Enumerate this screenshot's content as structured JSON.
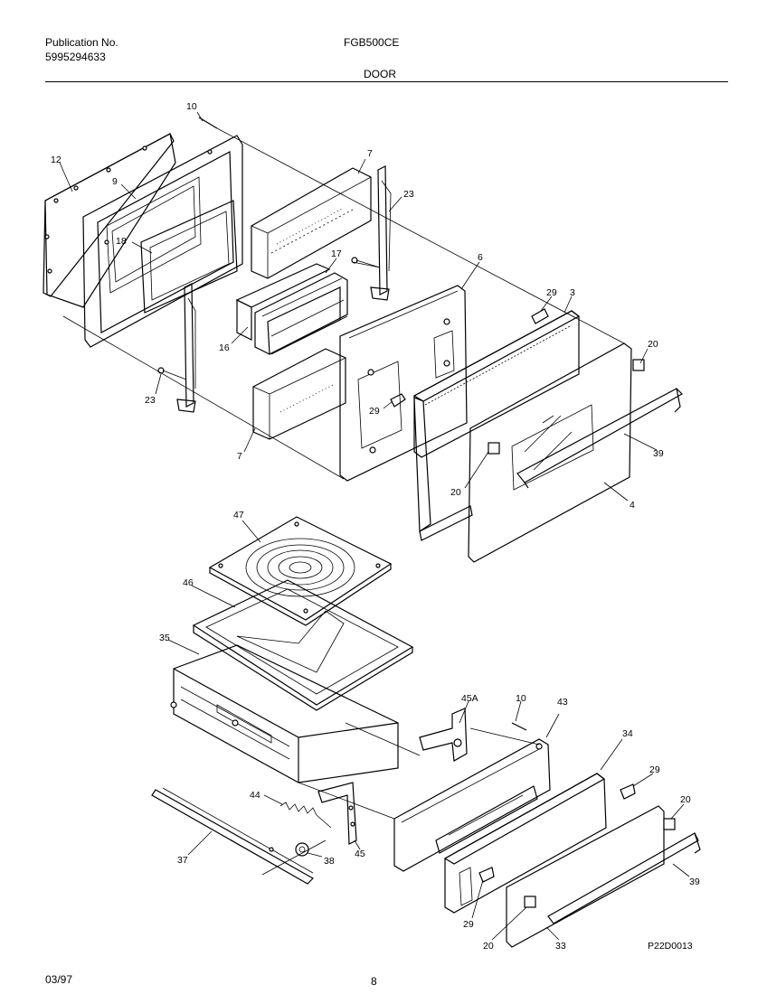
{
  "header": {
    "publication_label": "Publication No.",
    "publication_number": "5995294633",
    "model": "FGB500CE",
    "section_title": "DOOR"
  },
  "callouts": {
    "c10a": "10",
    "c12": "12",
    "c9": "9",
    "c18": "18",
    "c7a": "7",
    "c23a": "23",
    "c17": "17",
    "c16": "16",
    "c23b": "23",
    "c7b": "7",
    "c6": "6",
    "c29a": "29",
    "c3": "3",
    "c20a": "20",
    "c29b": "29",
    "c20b": "20",
    "c39a": "39",
    "c4": "4",
    "c47": "47",
    "c46": "46",
    "c35": "35",
    "c45a": "45A",
    "c10b": "10",
    "c43": "43",
    "c34": "34",
    "c29c": "29",
    "c20c": "20",
    "c44": "44",
    "c37": "37",
    "c38": "38",
    "c45": "45",
    "c39b": "39",
    "c29d": "29",
    "c20d": "20",
    "c33": "33"
  },
  "drawing_code": "P22D0013",
  "footer": {
    "date": "03/97",
    "page": "8"
  }
}
